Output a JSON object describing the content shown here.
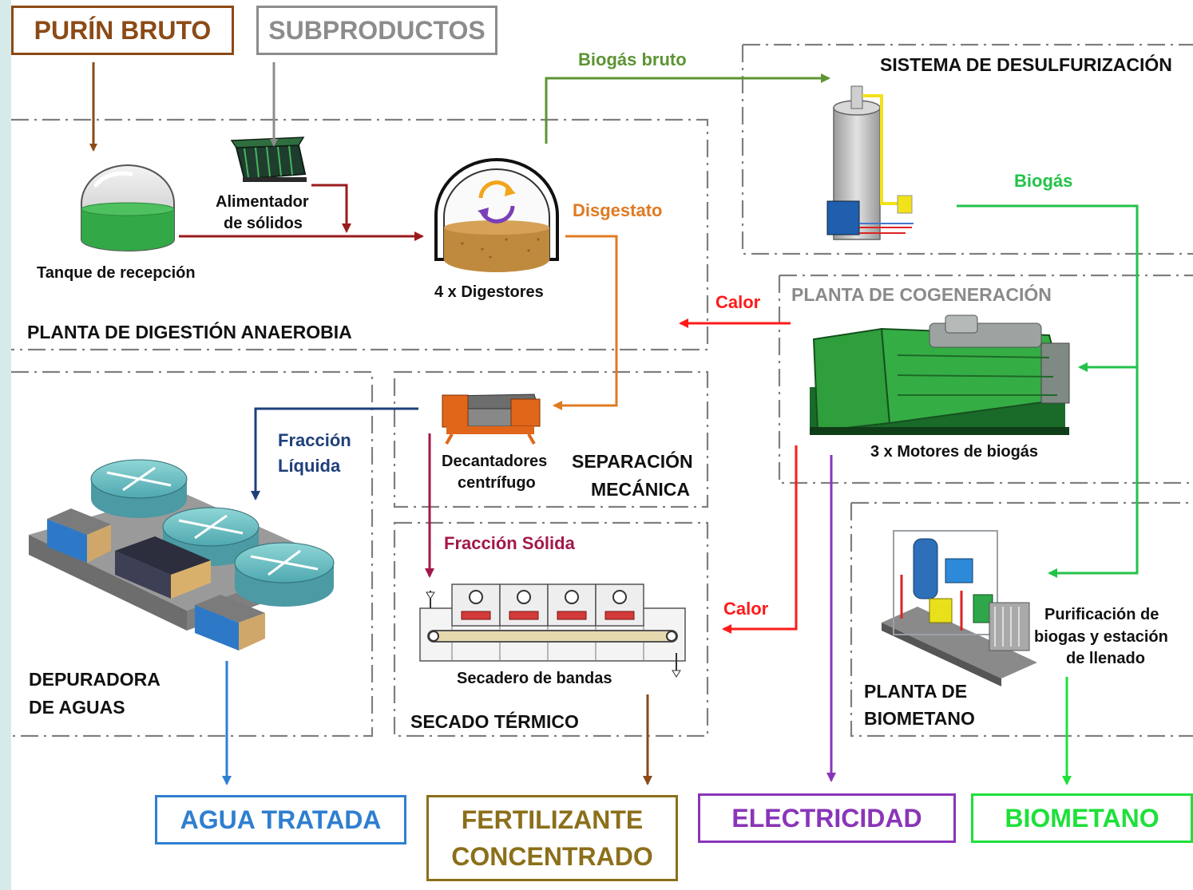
{
  "inputs": {
    "purin_bruto": "PURÍN BRUTO",
    "subproductos": "SUBPRODUCTOS"
  },
  "sections": {
    "digestion": "PLANTA DE DIGESTIÓN ANAEROBIA",
    "desulfurizacion": "SISTEMA DE DESULFURIZACIÓN",
    "cogeneracion": "PLANTA DE COGENERACIÓN",
    "depuradora_1": "DEPURADORA",
    "depuradora_2": "DE AGUAS",
    "separacion_1": "SEPARACIÓN",
    "separacion_2": "MECÁNICA",
    "secado": "SECADO TÉRMICO",
    "biometano_1": "PLANTA DE",
    "biometano_2": "BIOMETANO"
  },
  "components": {
    "tanque": "Tanque de recepción",
    "alimentador_1": "Alimentador",
    "alimentador_2": "de sólidos",
    "digestores": "4 x Digestores",
    "motores": "3 x Motores de biogás",
    "decantadores_1": "Decantadores",
    "decantadores_2": "centrífugo",
    "secadero": "Secadero de bandas",
    "purificacion_1": "Purificación de",
    "purificacion_2": "biogas y estación",
    "purificacion_3": "de llenado"
  },
  "flows": {
    "biogas_bruto": "Biogás bruto",
    "biogas": "Biogás",
    "disgestato": "Disgestato",
    "calor_1": "Calor",
    "calor_2": "Calor",
    "fraccion_liquida_1": "Fracción",
    "fraccion_liquida_2": "Líquida",
    "fraccion_solida": "Fracción Sólida"
  },
  "outputs": {
    "agua": "AGUA TRATADA",
    "fertilizante_1": "FERTILIZANTE",
    "fertilizante_2": "CONCENTRADO",
    "electricidad": "ELECTRICIDAD",
    "biometano": "BIOMETANO"
  },
  "colors": {
    "purin": "#8b4a16",
    "subproductos": "#8c8c8c",
    "biogas_bruto": "#5d9432",
    "biogas": "#23c24a",
    "disgestato": "#e07a22",
    "alimentacion": "#9a1b1b",
    "calor": "#ff1a1a",
    "fraccion_liquida": "#1f3f7a",
    "fraccion_solida": "#a3174a",
    "agua": "#2f7fd0",
    "fertilizante": "#8b6f1a",
    "electricidad": "#8a35b8",
    "biometano": "#1ee03a"
  }
}
